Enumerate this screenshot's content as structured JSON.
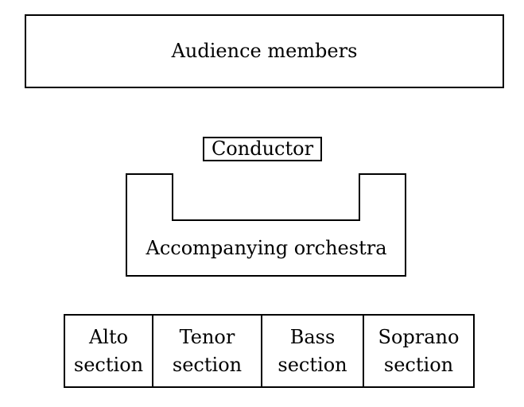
{
  "page": {
    "background_color": "#ffffff",
    "line_color": "#000000",
    "text_color": "#000000"
  },
  "diagram": {
    "audience": {
      "label": "Audience members"
    },
    "conductor": {
      "label": "Conductor"
    },
    "orchestra": {
      "label": "Accompanying orchestra"
    },
    "sections": [
      {
        "label": "Alto section"
      },
      {
        "label": "Tenor section"
      },
      {
        "label": "Bass section"
      },
      {
        "label": "Soprano section"
      }
    ]
  }
}
